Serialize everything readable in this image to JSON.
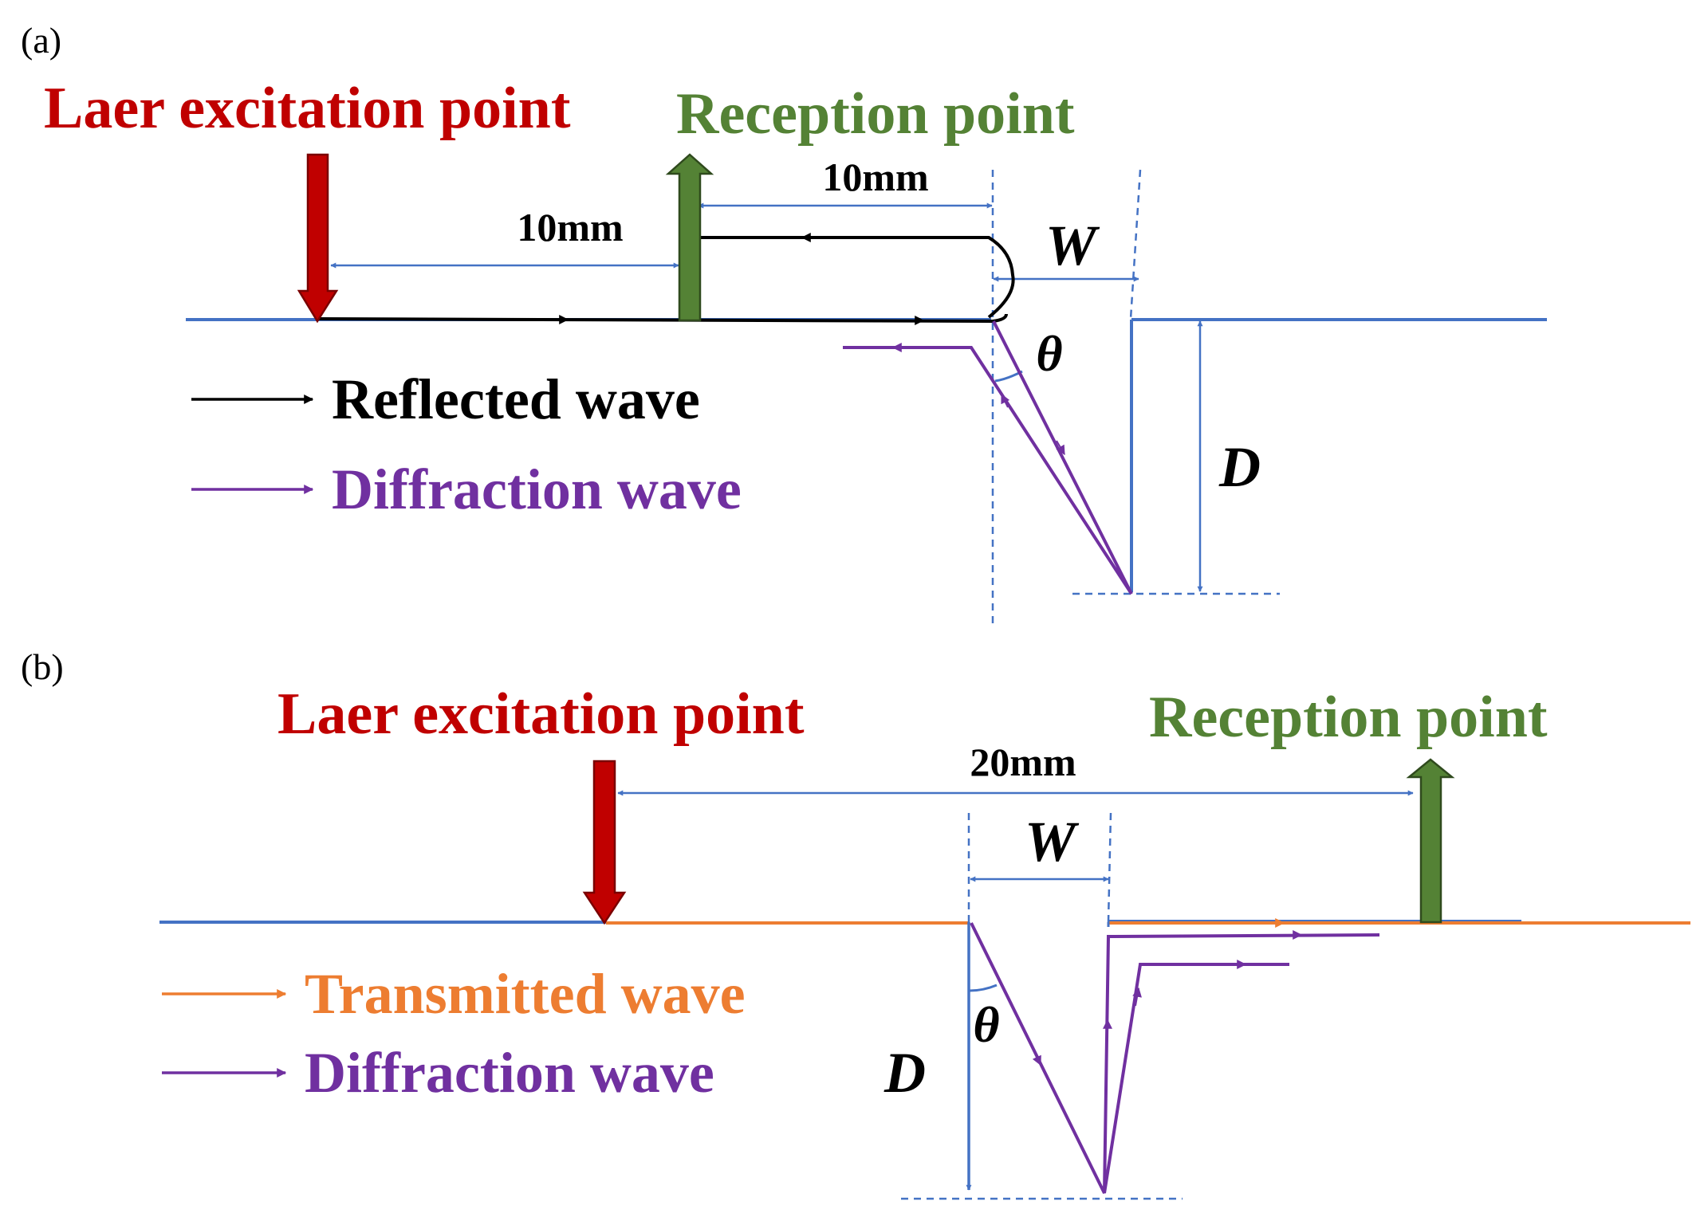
{
  "panel_a": {
    "label": "(a)",
    "excitation_title": "Laer excitation point",
    "reception_title": "Reception point",
    "dist_excitation_reception": "10mm",
    "dist_reception_notch": "10mm",
    "width_symbol": "W",
    "depth_symbol": "D",
    "angle_symbol": "θ",
    "legend": [
      {
        "label": "Reflected wave",
        "color": "#000000"
      },
      {
        "label": "Diffraction wave",
        "color": "#7030a0"
      }
    ]
  },
  "panel_b": {
    "label": "(b)",
    "excitation_title": "Laer excitation point",
    "reception_title": "Reception point",
    "dist_excitation_reception": "20mm",
    "width_symbol": "W",
    "depth_symbol": "D",
    "angle_symbol": "θ",
    "legend": [
      {
        "label": "Transmitted wave",
        "color": "#ed7d31"
      },
      {
        "label": "Diffraction wave",
        "color": "#7030a0"
      }
    ]
  },
  "colors": {
    "excitation": "#c00000",
    "reception": "#548235",
    "surface": "#4472c4",
    "reflected": "#000000",
    "diffraction": "#7030a0",
    "transmitted": "#ed7d31",
    "dimension": "#4472c4"
  },
  "icons": {
    "excitation_arrow": "down-arrow-icon",
    "reception_arrow": "up-arrow-icon"
  }
}
